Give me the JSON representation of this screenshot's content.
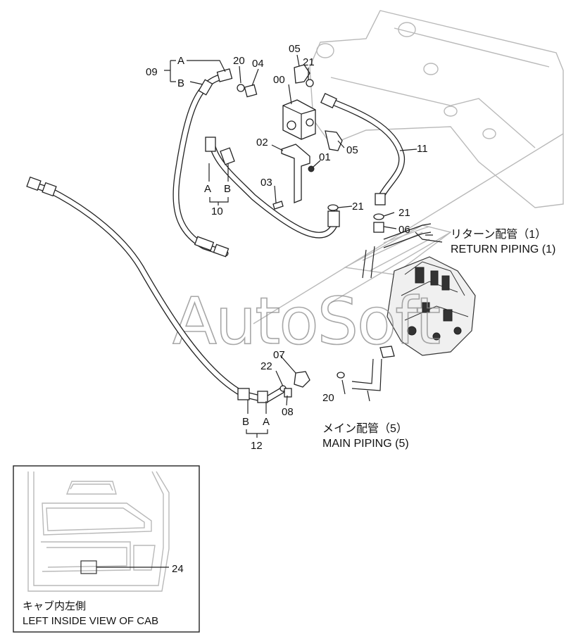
{
  "watermark": "AutoSoft",
  "callouts": {
    "p00": "00",
    "p01": "01",
    "p02": "02",
    "p03": "03",
    "p04": "04",
    "p05a": "05",
    "p05b": "05",
    "p06": "06",
    "p07": "07",
    "p08": "08",
    "p09": "09",
    "p10": "10",
    "p11": "11",
    "p12": "12",
    "p20a": "20",
    "p20b": "20",
    "p21a": "21",
    "p21b": "21",
    "p21c": "21",
    "p22": "22",
    "p24": "24"
  },
  "ends": {
    "h09_a": "A",
    "h09_b": "B",
    "h10_a": "A",
    "h10_b": "B",
    "h12_b": "B",
    "h12_a": "A"
  },
  "return_piping": {
    "jp": "リターン配管（1）",
    "en": "RETURN PIPING (1)"
  },
  "main_piping": {
    "jp": "メイン配管（5）",
    "en": "MAIN PIPING (5)"
  },
  "inset": {
    "jp": "キャブ内左側",
    "en": "LEFT INSIDE VIEW OF CAB"
  }
}
